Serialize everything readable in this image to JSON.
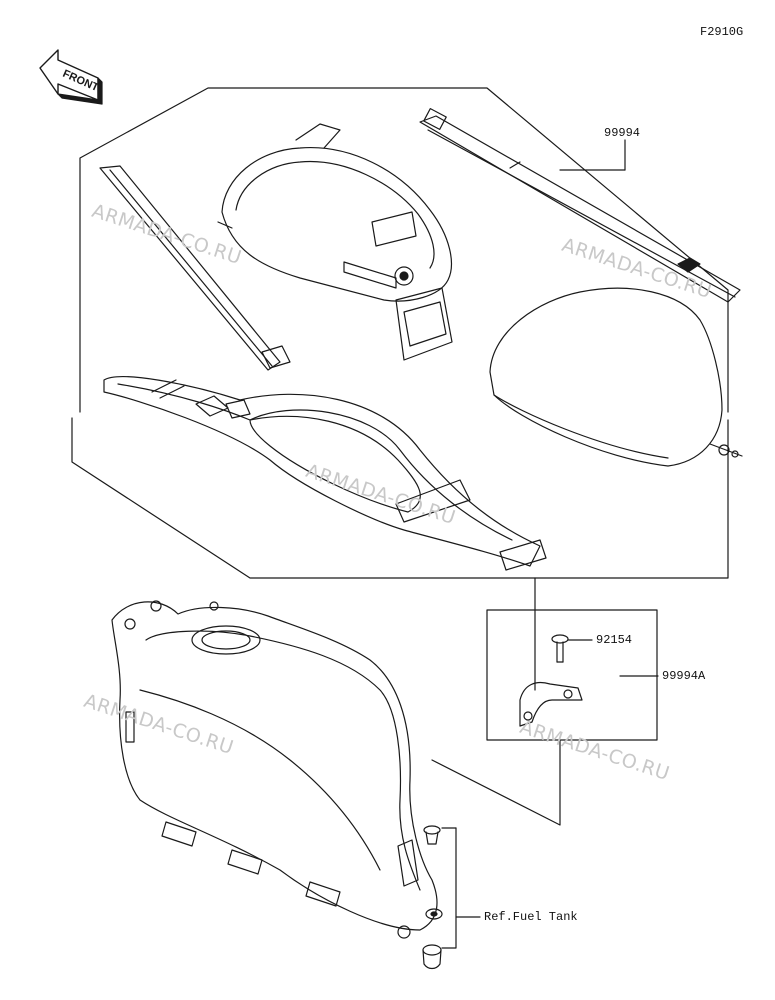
{
  "figure_id": "F2910G",
  "front_label": "FRONT",
  "part_labels": {
    "strap": "99994",
    "bolt": "92154",
    "bracket": "99994A",
    "fuel_tank_ref": "Ref.Fuel Tank"
  },
  "watermarks": [
    "ARMADA-CO.RU",
    "ARMADA-CO.RU",
    "ARMADA-CO.RU",
    "ARMADA-CO.RU",
    "ARMADA-CO.RU"
  ],
  "colors": {
    "line": "#1a1a1a",
    "watermark": "#c8c8c8",
    "background": "#ffffff"
  }
}
